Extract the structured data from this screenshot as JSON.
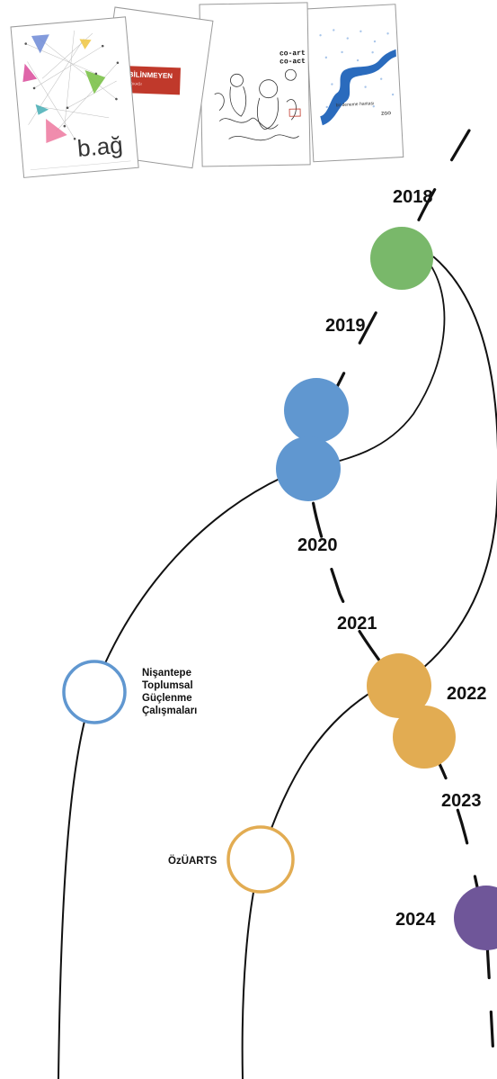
{
  "publications": [
    {
      "title": "b.ağ",
      "style": "network"
    },
    {
      "title": "BİLİNMEYEN",
      "subtitle": "SOKAĞI",
      "style": "red-banner"
    },
    {
      "title_line1": "co-art",
      "title_line2": "co-act",
      "style": "sketch"
    },
    {
      "title": "bir deneme haritası",
      "style": "river-map"
    }
  ],
  "timeline": {
    "years": [
      "2018",
      "2019",
      "2020",
      "2021",
      "2022",
      "2023",
      "2024"
    ],
    "milestones": [
      {
        "id": "m2018",
        "color": "#79b86a",
        "filled": true
      },
      {
        "id": "m2019a",
        "color": "#6097d0",
        "filled": true
      },
      {
        "id": "m2019b",
        "color": "#6097d0",
        "filled": true
      },
      {
        "id": "m2021a",
        "color": "#e2ac52",
        "filled": true
      },
      {
        "id": "m2021b",
        "color": "#e2ac52",
        "filled": true
      },
      {
        "id": "m2024",
        "color": "#6f5699",
        "filled": true
      },
      {
        "id": "nisantepe",
        "color": "#6097d0",
        "filled": false
      },
      {
        "id": "ozuarts",
        "color": "#e2ac52",
        "filled": false
      }
    ]
  },
  "labels": {
    "nisantepe": [
      "Nişantepe",
      "Toplumsal",
      "Güçlenme",
      "Çalışmaları"
    ],
    "ozuarts": "ÖzÜARTS"
  },
  "colors": {
    "green": "#79b86a",
    "blue": "#6097d0",
    "orange": "#e2ac52",
    "purple": "#6f5699",
    "line": "#111111"
  }
}
